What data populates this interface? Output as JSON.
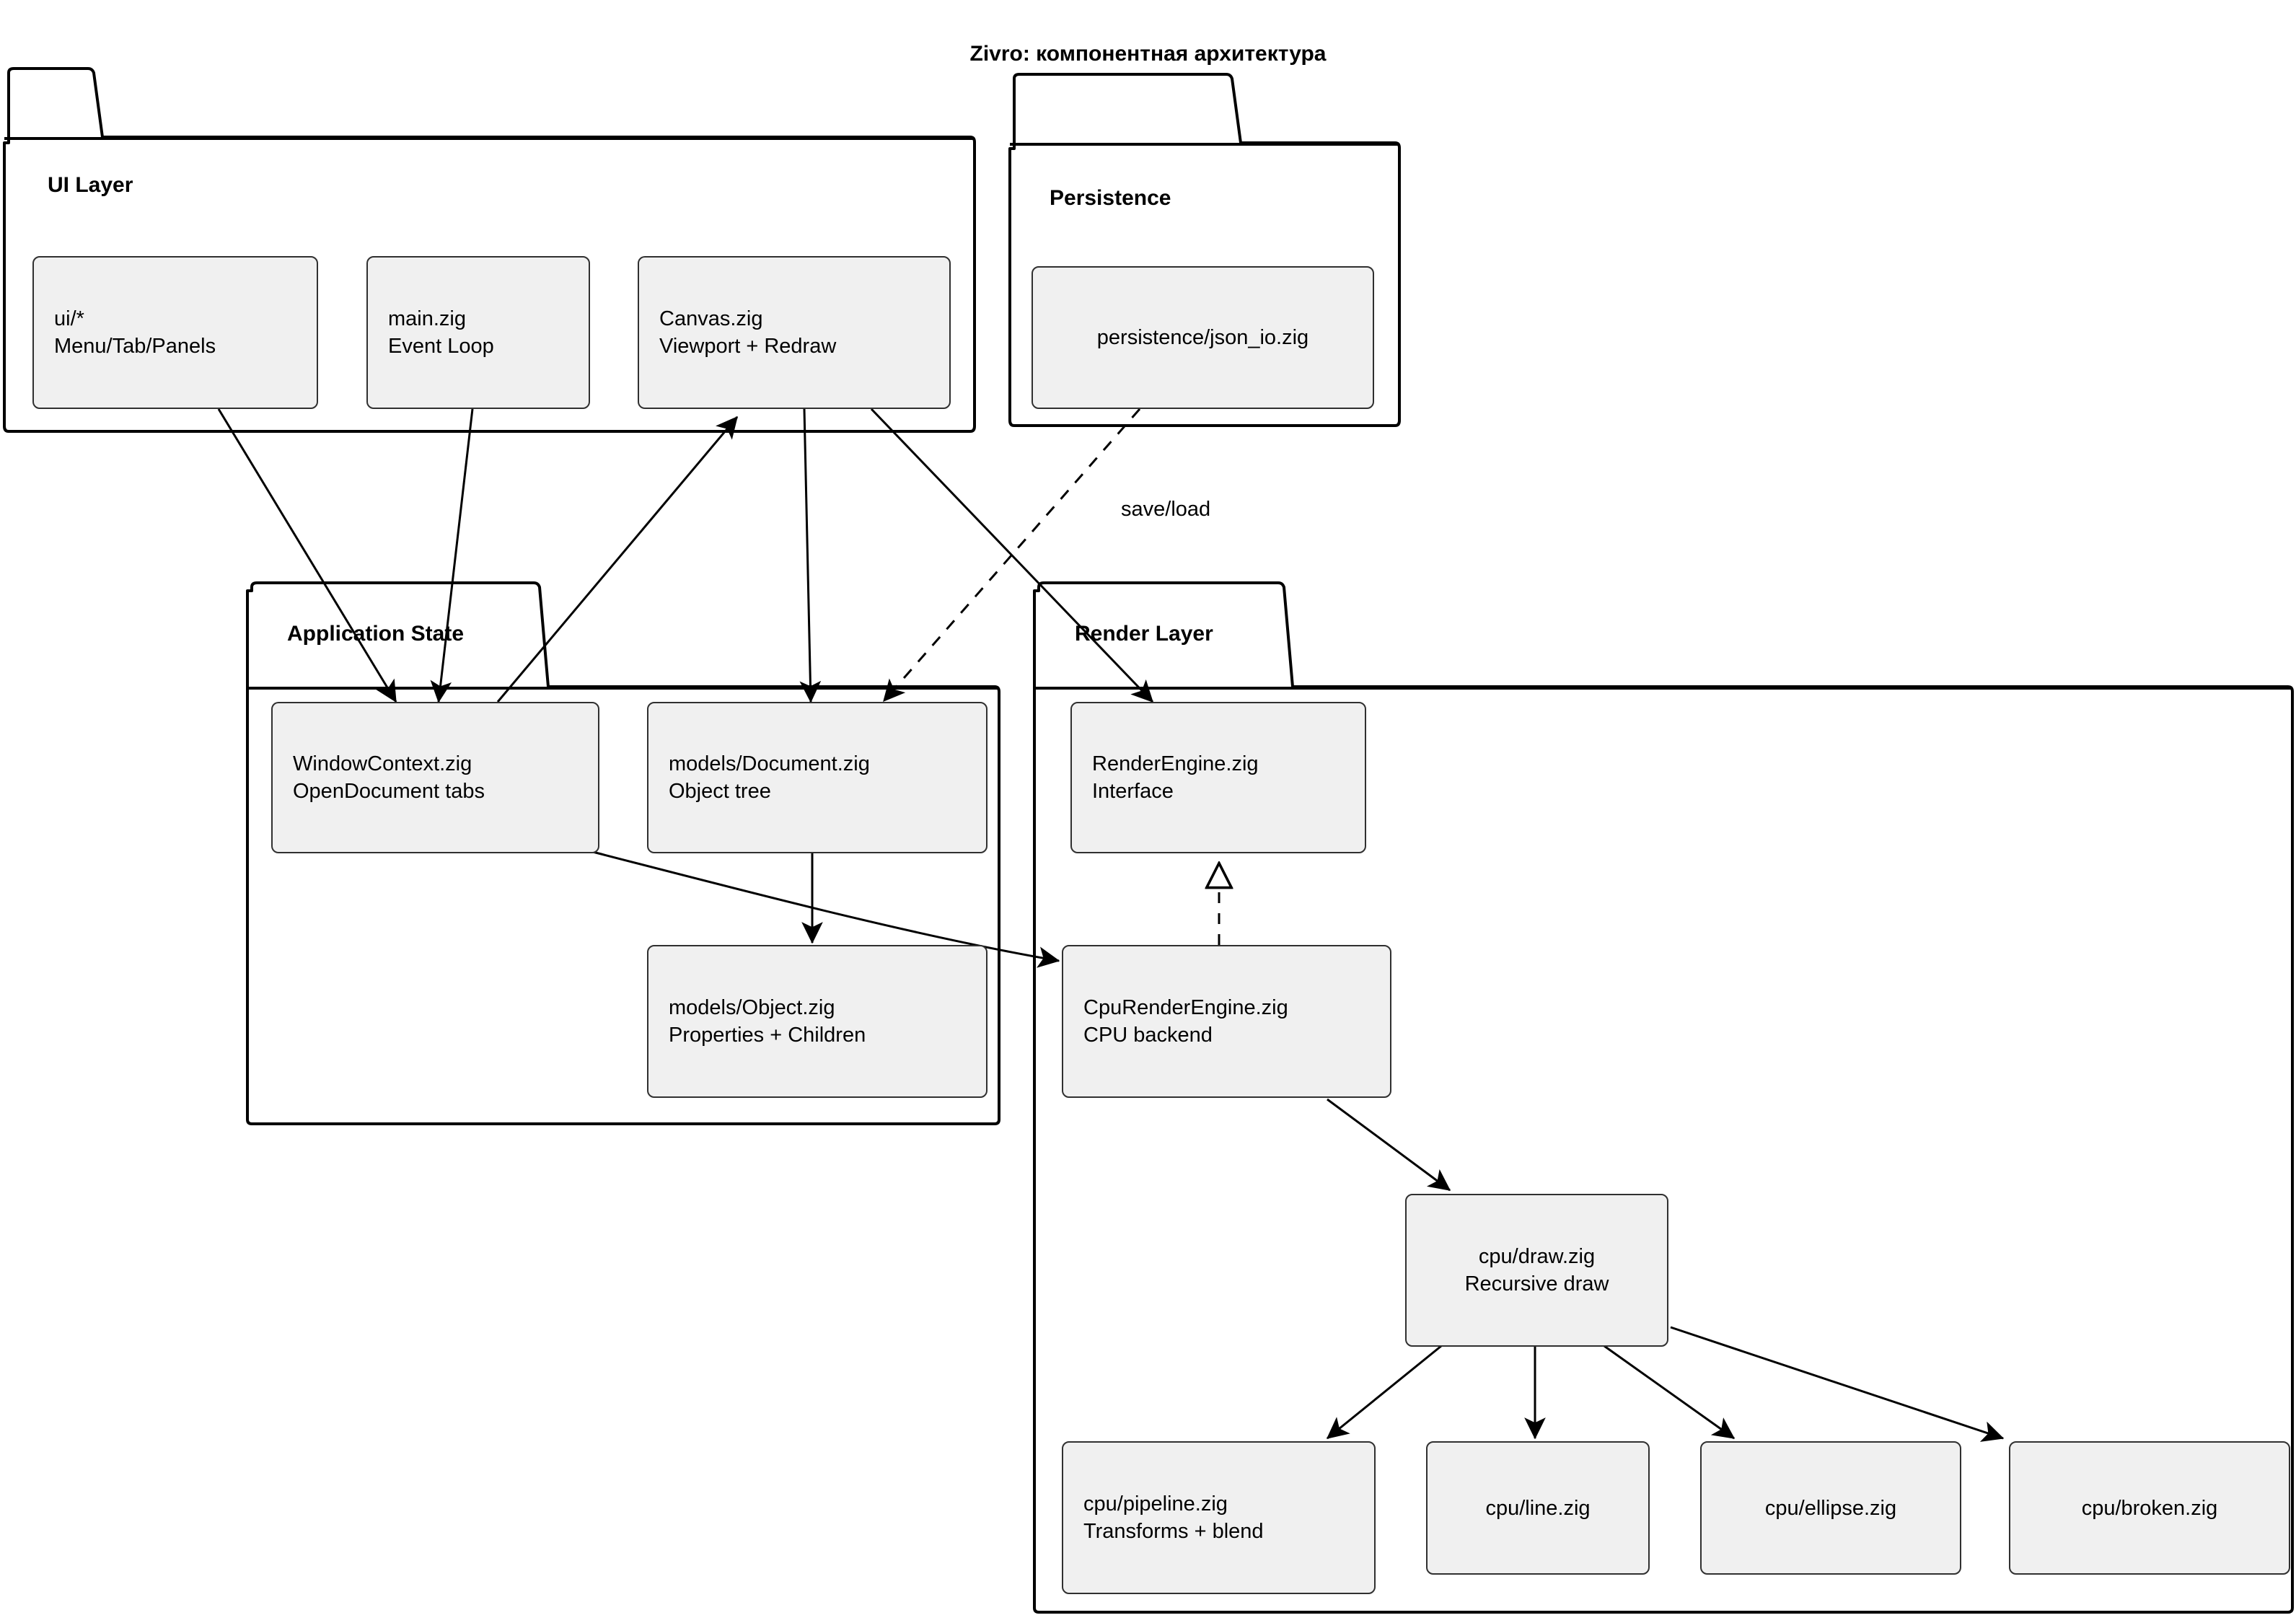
{
  "title": "Zivro: компонентная архитектура",
  "packages": [
    {
      "id": "ui-layer",
      "label": "UI Layer",
      "nodes": [
        {
          "id": "ui-star",
          "text": "ui/*\nMenu/Tab/Panels",
          "align": "left"
        },
        {
          "id": "main-zig",
          "text": "main.zig\nEvent Loop",
          "align": "left"
        },
        {
          "id": "canvas-zig",
          "text": "Canvas.zig\nViewport + Redraw",
          "align": "left"
        }
      ]
    },
    {
      "id": "persistence",
      "label": "Persistence",
      "nodes": [
        {
          "id": "json-io",
          "text": "persistence/json_io.zig",
          "align": "center"
        }
      ]
    },
    {
      "id": "application-state",
      "label": "Application State",
      "nodes": [
        {
          "id": "window-context",
          "text": "WindowContext.zig\nOpenDocument tabs",
          "align": "left"
        },
        {
          "id": "models-document",
          "text": "models/Document.zig\nObject tree",
          "align": "left"
        },
        {
          "id": "models-object",
          "text": "models/Object.zig\nProperties + Children",
          "align": "left"
        }
      ]
    },
    {
      "id": "render-layer",
      "label": "Render Layer",
      "nodes": [
        {
          "id": "render-engine",
          "text": "RenderEngine.zig\nInterface",
          "align": "left"
        },
        {
          "id": "cpu-render-engine",
          "text": "CpuRenderEngine.zig\nCPU backend",
          "align": "left"
        },
        {
          "id": "cpu-draw",
          "text": "cpu/draw.zig\nRecursive draw",
          "align": "center"
        },
        {
          "id": "cpu-pipeline",
          "text": "cpu/pipeline.zig\nTransforms + blend",
          "align": "left"
        },
        {
          "id": "cpu-line",
          "text": "cpu/line.zig",
          "align": "center"
        },
        {
          "id": "cpu-ellipse",
          "text": "cpu/ellipse.zig",
          "align": "center"
        },
        {
          "id": "cpu-broken",
          "text": "cpu/broken.zig",
          "align": "center"
        }
      ]
    }
  ],
  "edge_labels": [
    {
      "id": "save-load",
      "text": "save/load"
    }
  ],
  "colors": {
    "node_fill": "#f0f0f0",
    "node_stroke": "#303030",
    "package_stroke": "#000000",
    "edge_stroke": "#000000",
    "text": "#000000",
    "background": "#ffffff"
  }
}
